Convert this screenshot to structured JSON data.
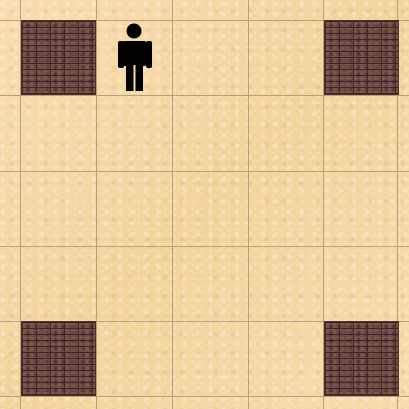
{
  "board": {
    "rows": 5,
    "cols": 5,
    "walls": [
      {
        "row": 0,
        "col": 0
      },
      {
        "row": 0,
        "col": 4
      },
      {
        "row": 4,
        "col": 0
      },
      {
        "row": 4,
        "col": 4
      }
    ],
    "player": {
      "row": 0,
      "col": 1,
      "icon": "person-icon"
    }
  },
  "colors": {
    "floor": "#f6d9a3",
    "grid_line": "#b9a07a",
    "wall": "#6b4a45",
    "player": "#000000"
  }
}
